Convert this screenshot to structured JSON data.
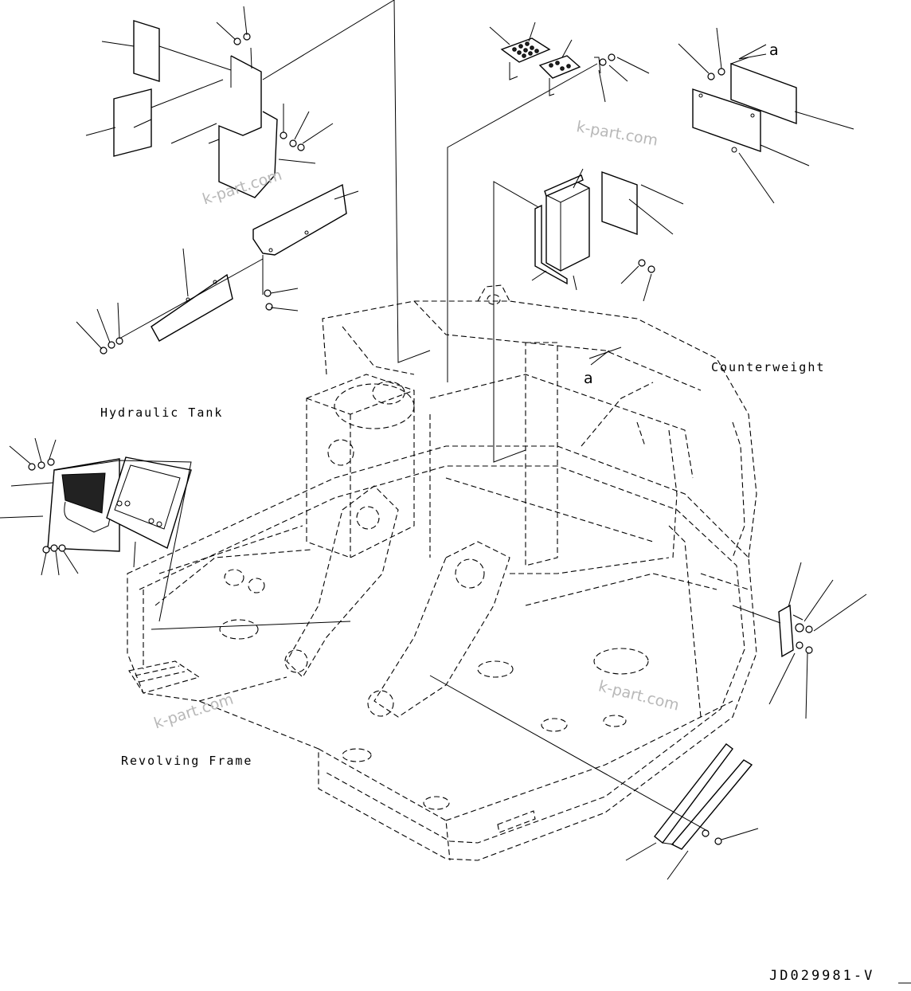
{
  "labels": {
    "hydraulic_tank": "Hydraulic Tank",
    "counterweight": "Counterweight",
    "revolving_frame": "Revolving Frame",
    "mark_a_top": "a",
    "mark_a_mid": "a"
  },
  "watermarks": {
    "wm1": "k-part.com",
    "wm2": "k-part.com",
    "wm3": "k-part.com",
    "wm4": "k-part.com"
  },
  "drawing_code": "JD029981-V"
}
